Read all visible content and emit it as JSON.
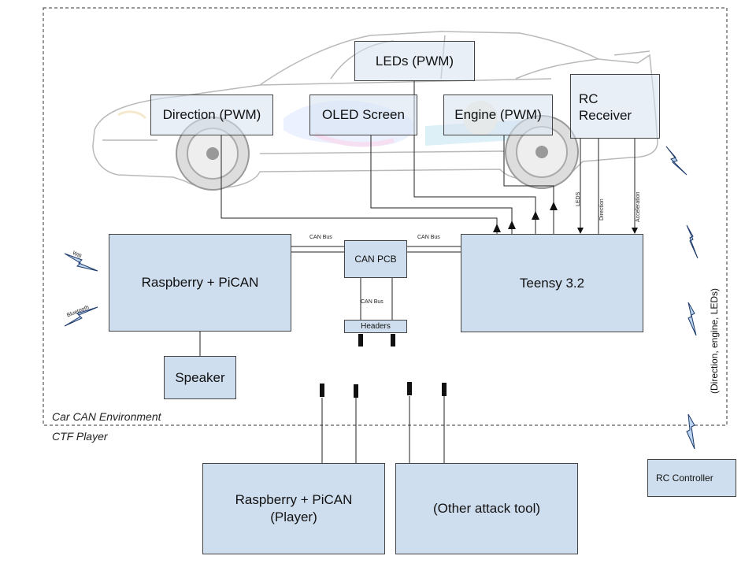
{
  "components": {
    "leds": "LEDs (PWM)",
    "direction": "Direction (PWM)",
    "oled": "OLED Screen",
    "engine": "Engine (PWM)",
    "rc_receiver_line1": "RC",
    "rc_receiver_line2": "Receiver",
    "raspberry_pican": "Raspberry + PiCAN",
    "can_pcb": "CAN PCB",
    "headers": "Headers",
    "teensy": "Teensy 3.2",
    "speaker": "Speaker",
    "player_pi_line1": "Raspberry + PiCAN",
    "player_pi_line2": "(Player)",
    "attack_tool": "(Other attack tool)",
    "rc_controller": "RC Controller"
  },
  "connection_labels": {
    "can_bus_left": "CAN Bus",
    "can_bus_right": "CAN Bus",
    "can_bus_vertical": "CAN Bus",
    "leds": "LEDS",
    "direction": "Direction",
    "acceleration": "Acceleration",
    "wifi": "Wifi",
    "bluetooth": "Bluetooth",
    "rc_link": "(Direction, engine, LEDs)"
  },
  "regions": {
    "car_env": "Car CAN Environment",
    "ctf_player": "CTF Player"
  },
  "colors": {
    "box_fill": "#cfdeee",
    "line": "#222222"
  }
}
